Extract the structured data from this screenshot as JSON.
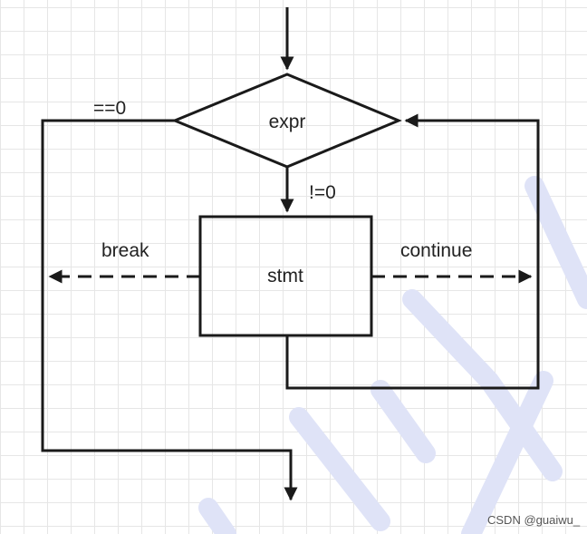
{
  "diagram": {
    "nodes": {
      "condition": "expr",
      "statement": "stmt"
    },
    "edge_labels": {
      "false_branch": "==0",
      "true_branch": "!=0",
      "break": "break",
      "continue": "continue"
    }
  },
  "watermark": "CSDN @guaiwu_",
  "colors": {
    "line": "#1a1a1a",
    "grid": "#e6e6e6",
    "watermark_marks": "#dfe3f7"
  }
}
